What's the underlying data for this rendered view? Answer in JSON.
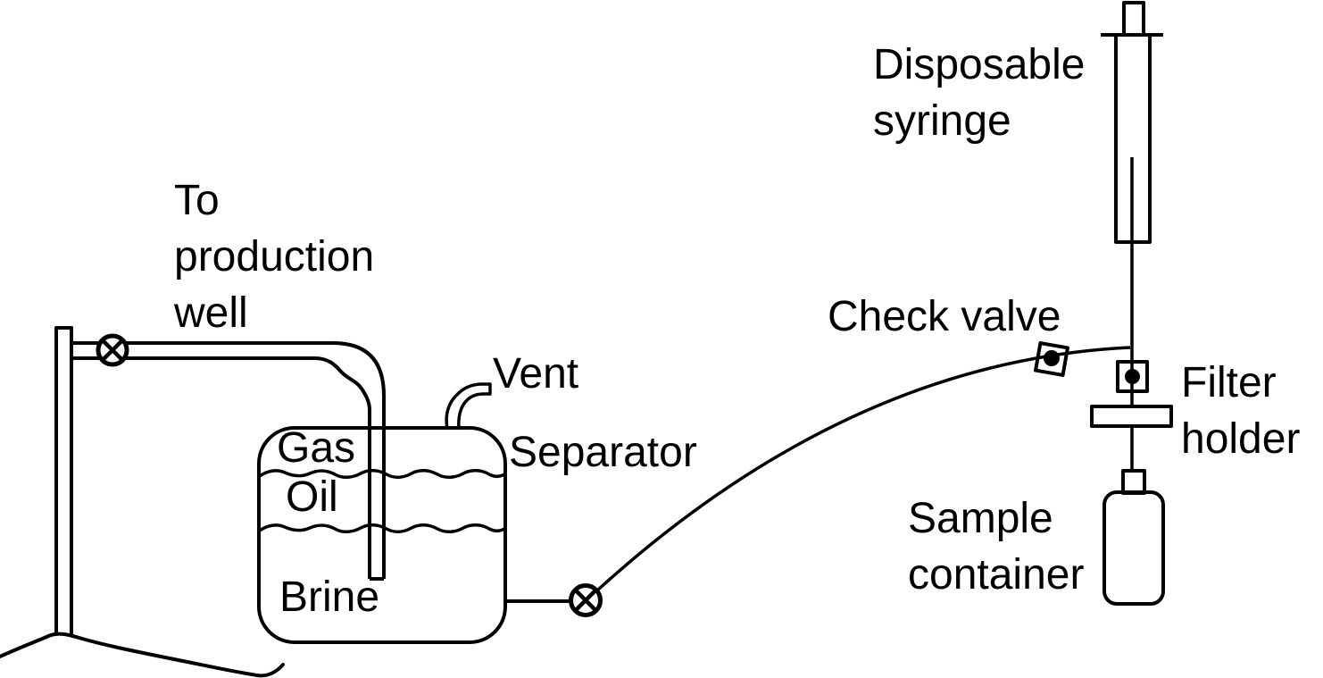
{
  "diagram": {
    "description": "Brine sampling line drawing: production well piping feeds a three-phase separator; brine line runs through a check valve to a disposable syringe, filter holder and sample container",
    "colors": {
      "line": "#000000",
      "background": "#ffffff"
    },
    "labels": {
      "to_production_well": [
        "To",
        "production",
        "well"
      ],
      "vent": "Vent",
      "separator": "Separator",
      "gas": "Gas",
      "oil": "Oil",
      "brine": "Brine",
      "check_valve": "Check valve",
      "disposable_syringe": [
        "Disposable",
        "syringe"
      ],
      "filter_holder": [
        "Filter",
        "holder"
      ],
      "sample_container": [
        "Sample",
        "container"
      ]
    },
    "symbols": {
      "shutoff_valve": "circle-with-x",
      "check_valve": "square-with-dot",
      "separator_tank": "rounded-rectangle-with-wavy-liquid-levels",
      "well": "double-line-pipe-from-ground",
      "syringe": "barrel-with-plunger",
      "filter_holder": "wide-flat-rectangle",
      "sample_container": "bottle-with-neck"
    }
  }
}
